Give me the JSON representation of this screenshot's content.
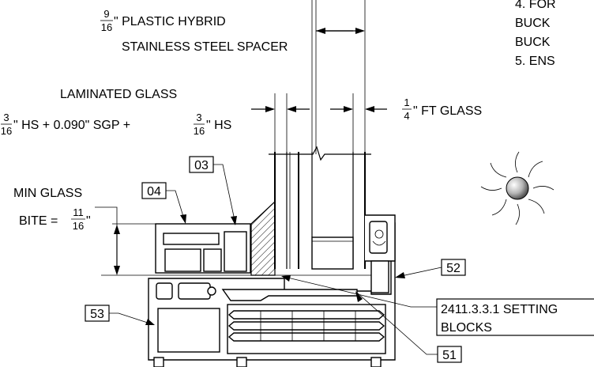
{
  "notes": {
    "line1": "4. FOR",
    "line2": "BUCK",
    "line3": "BUCK",
    "line4": "5. ENS"
  },
  "spacer": {
    "frac_num": "9",
    "frac_den": "16",
    "line1_rest": "\" PLASTIC HYBRID",
    "line2": "STAINLESS STEEL SPACER"
  },
  "laminated": {
    "title": "LAMINATED GLASS",
    "frac1_num": "3",
    "frac1_den": "16",
    "mid": "\" HS + 0.090\" SGP +",
    "frac2_num": "3",
    "frac2_den": "16",
    "end": "\" HS"
  },
  "ft_glass": {
    "frac_num": "1",
    "frac_den": "4",
    "rest": "\" FT GLASS"
  },
  "min_glass": {
    "line1": "MIN GLASS",
    "line2_prefix": "BITE =",
    "frac_num": "11",
    "frac_den": "16",
    "line2_suffix": "\""
  },
  "tags": {
    "t03": "03",
    "t04": "04",
    "t51": "51",
    "t52": "52",
    "t53": "53"
  },
  "setting_blocks": {
    "line1": "2411.3.3.1 SETTING",
    "line2": "BLOCKS"
  },
  "icons": [
    "sun-icon",
    "arrow-icon",
    "hatch-pattern"
  ]
}
